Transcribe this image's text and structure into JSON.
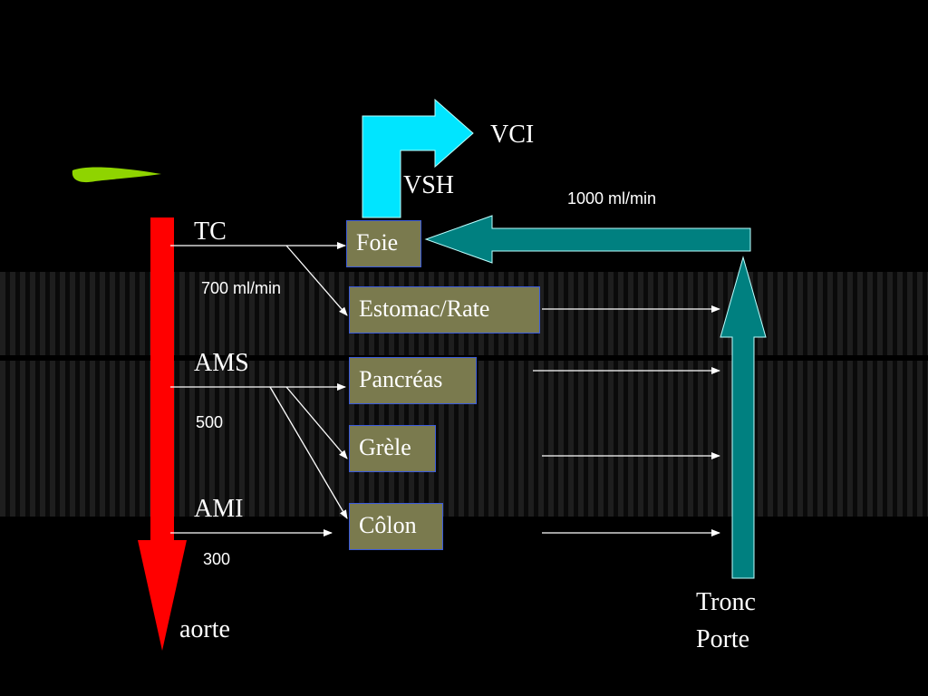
{
  "labels": {
    "vci": "VCI",
    "vsh": "VSH",
    "tc": "TC",
    "ams": "AMS",
    "ami": "AMI",
    "aorte": "aorte",
    "tronc": "Tronc",
    "porte": "Porte"
  },
  "flows": {
    "portal": "1000 ml/min",
    "tc": "700 ml/min",
    "ams": "500",
    "ami": "300"
  },
  "organs": {
    "foie": "Foie",
    "estomac": "Estomac/Rate",
    "pancreas": "Pancréas",
    "grele": "Grèle",
    "colon": "Côlon"
  },
  "colors": {
    "aorta": "#ff0000",
    "vsh_arrow": "#00e5ff",
    "portal_arrow": "#008080",
    "organ_fill": "#7a7a4e",
    "organ_border": "#3b5bdb",
    "logo": "#8fd400"
  }
}
